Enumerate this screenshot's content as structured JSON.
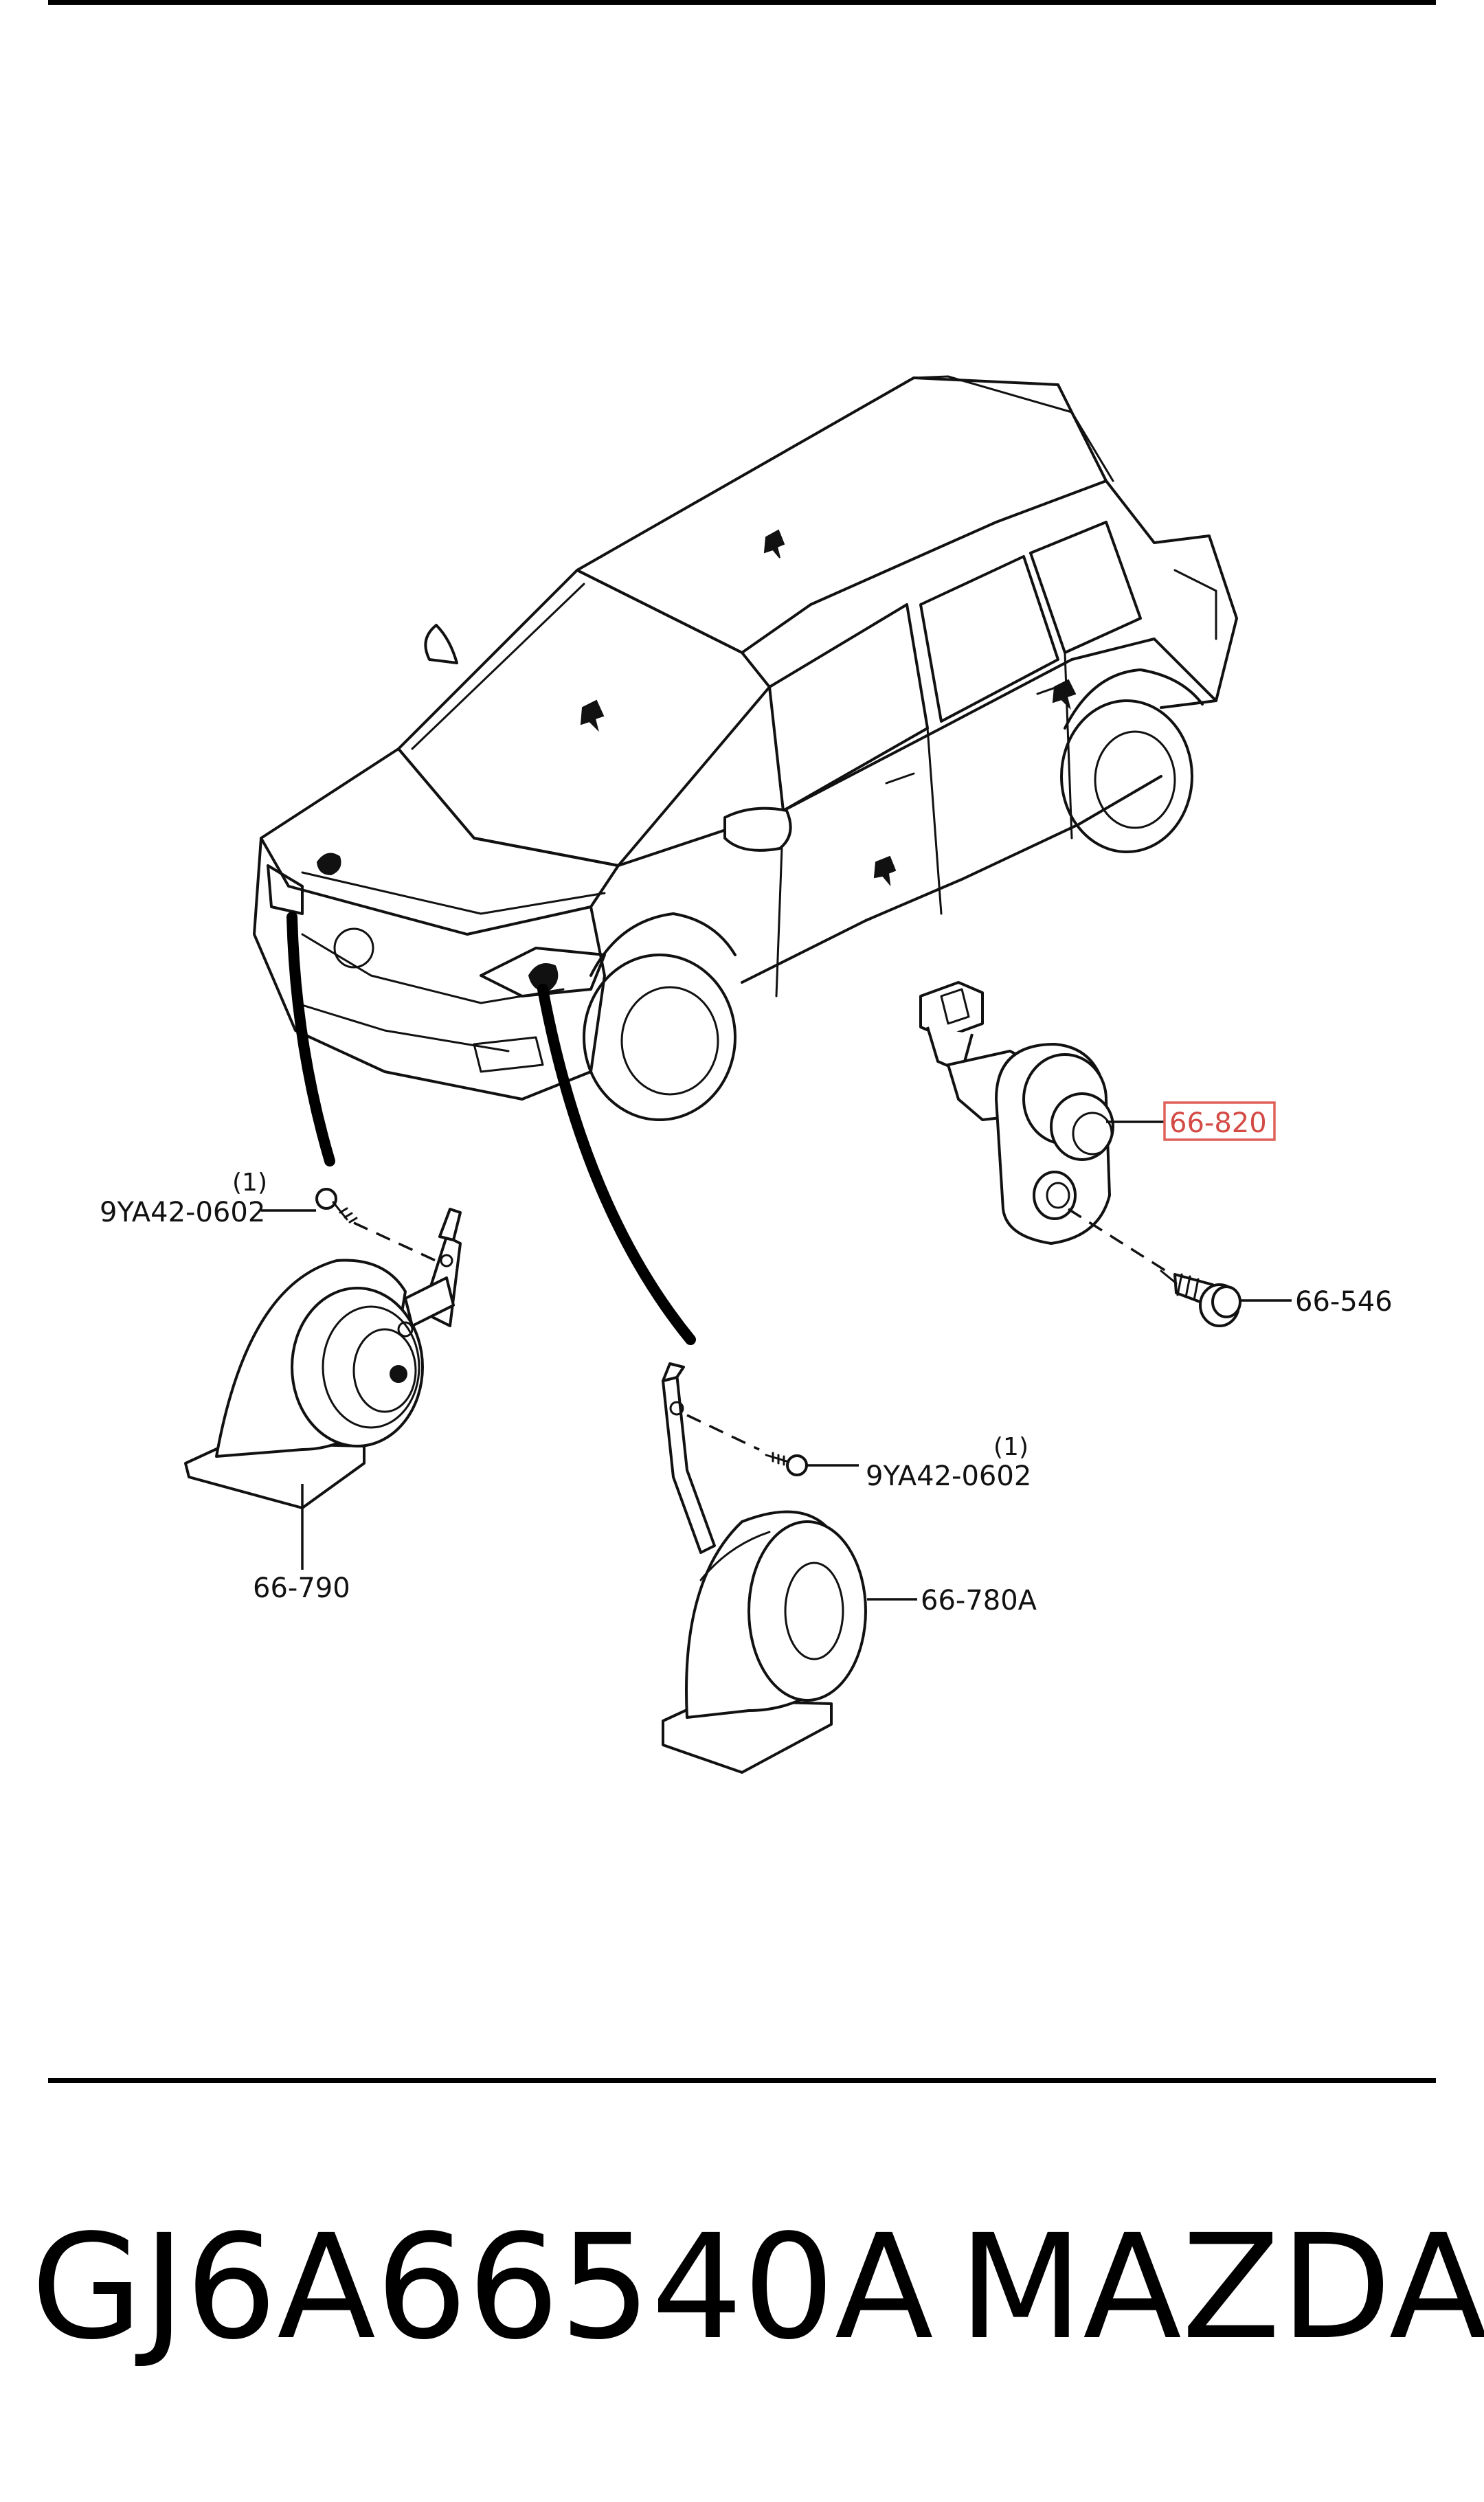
{
  "labels": {
    "part_6690_bolt": "9YA42-0602",
    "part_6690_bolt_qty": "(1)",
    "part_6680_bolt": "9YA42-0602",
    "part_6680_bolt_qty": "(1)",
    "horn_low": "66-790",
    "horn_high": "66-780A",
    "door_switch": "66-820",
    "screw": "66-546"
  },
  "caption": {
    "part_number": "GJ6A66540A",
    "brand": "MAZDA"
  },
  "highlight_color": "#e0605a"
}
